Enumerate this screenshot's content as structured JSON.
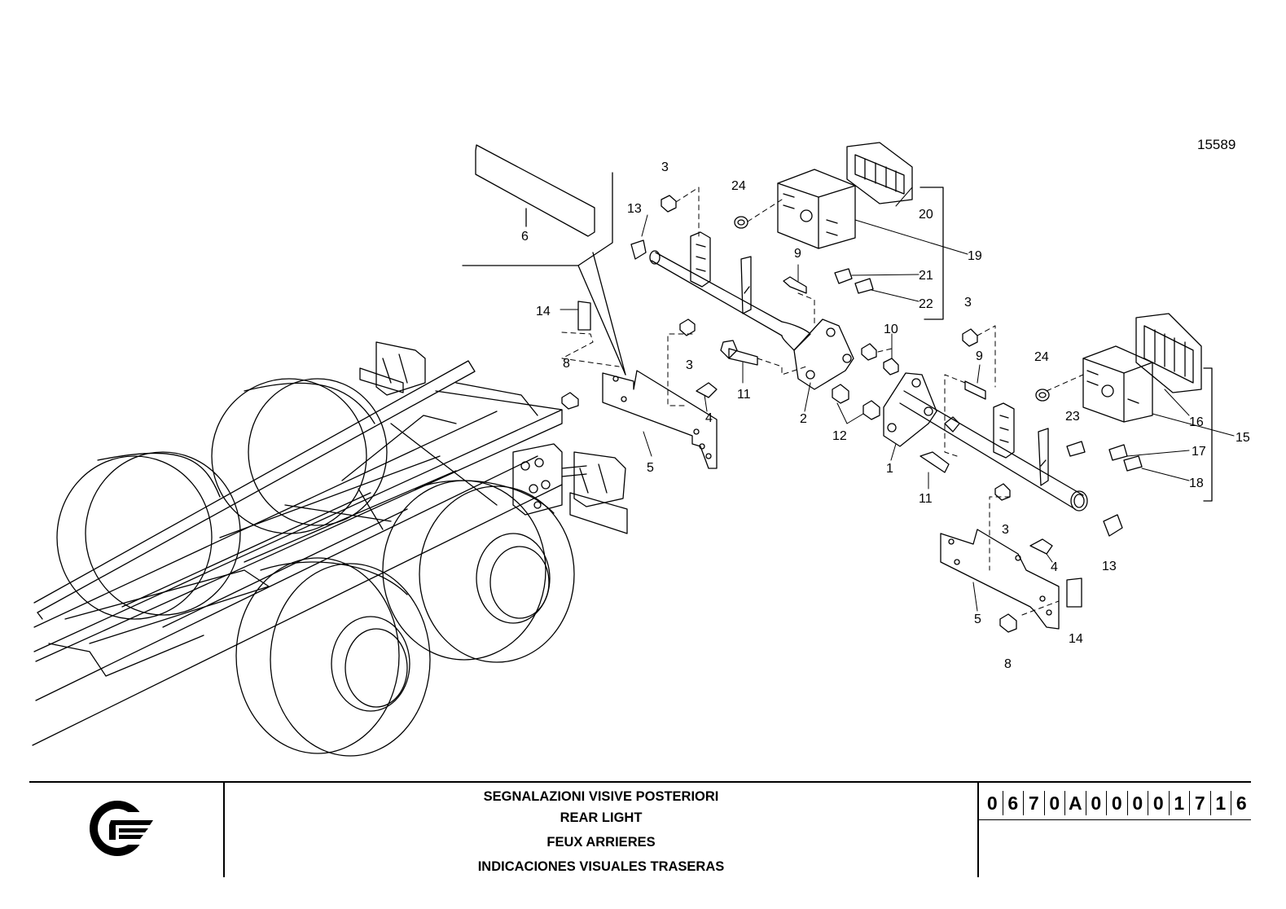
{
  "document": {
    "reference_number": "15589",
    "titles": [
      "SEGNALAZIONI VISIVE POSTERIORI",
      "REAR LIGHT",
      "FEUX ARRIERES",
      "INDICACIONES VISUALES TRASERAS"
    ],
    "drawing_code": [
      "0",
      "6",
      "7",
      "0",
      "A",
      "0",
      "0",
      "0",
      "0",
      "1",
      "7",
      "1",
      "6"
    ],
    "logo_icon": "company-logo-icon"
  },
  "callouts": {
    "c1": "1",
    "c2": "2",
    "c3a": "3",
    "c3b": "3",
    "c3c": "3",
    "c3d": "3",
    "c4a": "4",
    "c4b": "4",
    "c5a": "5",
    "c5b": "5",
    "c6": "6",
    "c8a": "8",
    "c8b": "8",
    "c9a": "9",
    "c9b": "9",
    "c10": "10",
    "c11a": "11",
    "c11b": "11",
    "c12": "12",
    "c13a": "13",
    "c13b": "13",
    "c14a": "14",
    "c14b": "14",
    "c15": "15",
    "c16": "16",
    "c17": "17",
    "c18": "18",
    "c19": "19",
    "c20": "20",
    "c21": "21",
    "c22": "22",
    "c23": "23",
    "c24a": "24",
    "c24b": "24"
  }
}
